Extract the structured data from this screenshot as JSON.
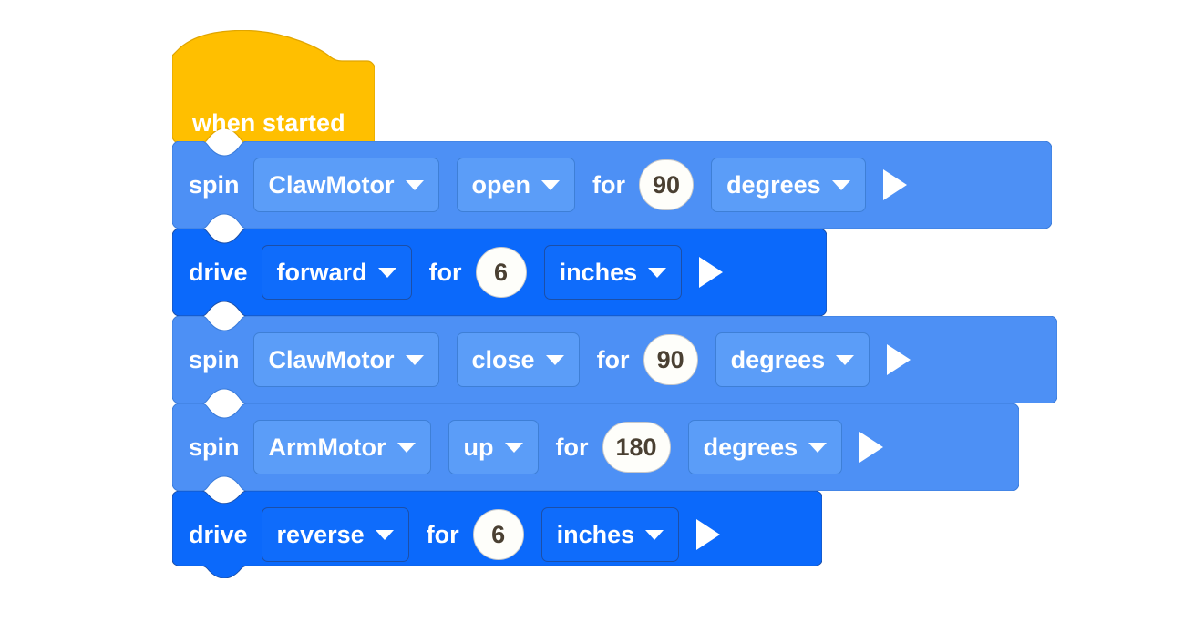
{
  "colors": {
    "background": "#ffffff",
    "hat_yellow": "#FFBF00",
    "hat_yellow_stroke": "#E0A500",
    "spin_blue": "#4D90F5",
    "spin_blue_stroke": "#3A7BD9",
    "drive_blue": "#0B69FB",
    "drive_blue_stroke": "#1B4FA8",
    "field_text": "#ffffff",
    "number_text": "#4A4032",
    "number_bg": "#FEFEFA"
  },
  "program": {
    "hat": {
      "label": "when started",
      "type": "hat-block",
      "color": "#FFBF00"
    },
    "blocks": [
      {
        "id": "spin-1",
        "type": "spin",
        "color": "#4D90F5",
        "keyword": "spin",
        "motor": "ClawMotor",
        "direction": "open",
        "for_label": "for",
        "amount": "90",
        "unit": "degrees",
        "run_icon": "play-icon"
      },
      {
        "id": "drive-1",
        "type": "drive",
        "color": "#0B69FB",
        "keyword": "drive",
        "direction": "forward",
        "for_label": "for",
        "amount": "6",
        "unit": "inches",
        "run_icon": "play-icon"
      },
      {
        "id": "spin-2",
        "type": "spin",
        "color": "#4D90F5",
        "keyword": "spin",
        "motor": "ClawMotor",
        "direction": "close",
        "for_label": "for",
        "amount": "90",
        "unit": "degrees",
        "run_icon": "play-icon"
      },
      {
        "id": "spin-3",
        "type": "spin",
        "color": "#4D90F5",
        "keyword": "spin",
        "motor": "ArmMotor",
        "direction": "up",
        "for_label": "for",
        "amount": "180",
        "unit": "degrees",
        "run_icon": "play-icon"
      },
      {
        "id": "drive-2",
        "type": "drive",
        "color": "#0B69FB",
        "keyword": "drive",
        "direction": "reverse",
        "for_label": "for",
        "amount": "6",
        "unit": "inches",
        "run_icon": "play-icon"
      }
    ]
  }
}
